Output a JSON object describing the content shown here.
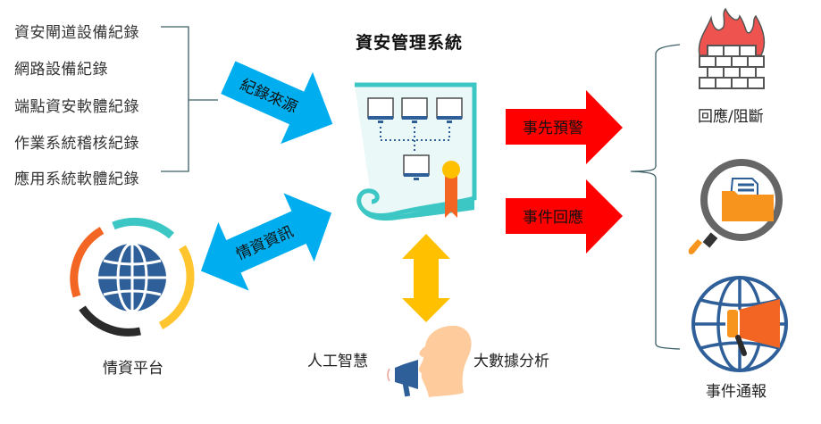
{
  "diagram": {
    "title": "資安管理系統",
    "log_sources": [
      "資安閘道設備紀錄",
      "網路設備紀錄",
      "端點資安軟體紀錄",
      "作業系統稽核紀錄",
      "應用系統軟體紀錄"
    ],
    "arrows": {
      "log_source": "紀錄來源",
      "intel_info": "情資資訊",
      "early_warning": "事先預警",
      "incident_response": "事件回應"
    },
    "intel_platform": "情資平台",
    "ai_label": "人工智慧",
    "big_data_label": "大數據分析",
    "outcomes": [
      {
        "label": "回應/阻斷",
        "icon": "firewall-icon"
      },
      {
        "label": "",
        "icon": "magnifier-folder-icon"
      },
      {
        "label": "事件通報",
        "icon": "globe-megaphone-icon"
      }
    ],
    "colors": {
      "blue_arrow": "#00aeef",
      "red_arrow": "#ff0000",
      "yellow_arrow": "#ffc000",
      "teal": "#3cc7c5",
      "globe_blue": "#2e5f99",
      "orange": "#f7941d",
      "red_orange": "#f26522",
      "fire_red": "#ef5350",
      "bracket": "#3a5f66"
    }
  }
}
